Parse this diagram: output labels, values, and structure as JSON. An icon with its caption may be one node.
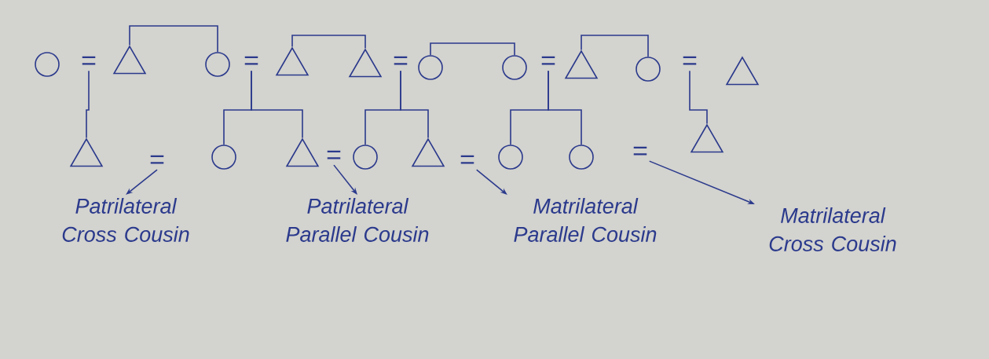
{
  "diagram": {
    "nodes": [
      {
        "text": [],
        "shape": "circle"
      },
      {
        "text": [
          "="
        ]
      },
      {
        "text": [],
        "shape": "triangle"
      },
      {
        "text": [],
        "shape": "circle"
      },
      {
        "text": [
          "="
        ]
      },
      {
        "text": [],
        "shape": "triangle"
      },
      {
        "text": [],
        "shape": "triangle"
      },
      {
        "text": [
          "="
        ]
      },
      {
        "text": [],
        "shape": "circle"
      },
      {
        "text": [],
        "shape": "circle"
      },
      {
        "text": [
          "="
        ]
      },
      {
        "text": [],
        "shape": "triangle"
      },
      {
        "text": [],
        "shape": "circle"
      },
      {
        "text": [
          "="
        ]
      },
      {
        "text": [],
        "shape": "triangle"
      },
      {
        "text": [],
        "shape": "triangle"
      },
      {
        "text": [
          "="
        ]
      },
      {
        "text": [],
        "shape": "circle"
      },
      {
        "text": [],
        "shape": "triangle"
      },
      {
        "text": [
          "="
        ]
      },
      {
        "text": [],
        "shape": "circle"
      },
      {
        "text": [],
        "shape": "triangle"
      },
      {
        "text": [
          "="
        ]
      },
      {
        "text": [],
        "shape": "circle"
      },
      {
        "text": [],
        "shape": "circle"
      },
      {
        "text": [
          "="
        ]
      },
      {
        "text": [],
        "shape": "triangle"
      },
      {
        "text": [
          "Patrilateral Cross Cousin"
        ]
      },
      {
        "text": [
          "Patrilateral Parallel Cousin"
        ]
      },
      {
        "text": [
          "Matrilateral Parallel Cousin"
        ]
      },
      {
        "text": [
          "Matrilateral Cross Cousin"
        ]
      }
    ],
    "edges": [
      {
        "from": 2,
        "to": 3,
        "arrow": "none"
      },
      {
        "from": 5,
        "to": 6,
        "arrow": "none"
      },
      {
        "from": 8,
        "to": 9,
        "arrow": "none"
      },
      {
        "from": 11,
        "to": 12,
        "arrow": "none"
      },
      {
        "from": 1,
        "to": 15,
        "arrow": "none"
      },
      {
        "from": 4,
        "to": 17,
        "arrow": "none"
      },
      {
        "from": 4,
        "to": 18,
        "arrow": "none"
      },
      {
        "from": 7,
        "to": 20,
        "arrow": "none"
      },
      {
        "from": 7,
        "to": 21,
        "arrow": "none"
      },
      {
        "from": 10,
        "to": 23,
        "arrow": "none"
      },
      {
        "from": 10,
        "to": 24,
        "arrow": "none"
      },
      {
        "from": 13,
        "to": 26,
        "arrow": "none"
      },
      {
        "from": 16,
        "to": 27,
        "arrow": "to"
      },
      {
        "from": 19,
        "to": 28,
        "arrow": "to"
      },
      {
        "from": 22,
        "to": 29,
        "arrow": "to"
      },
      {
        "from": 25,
        "to": 30,
        "arrow": "to"
      }
    ]
  }
}
